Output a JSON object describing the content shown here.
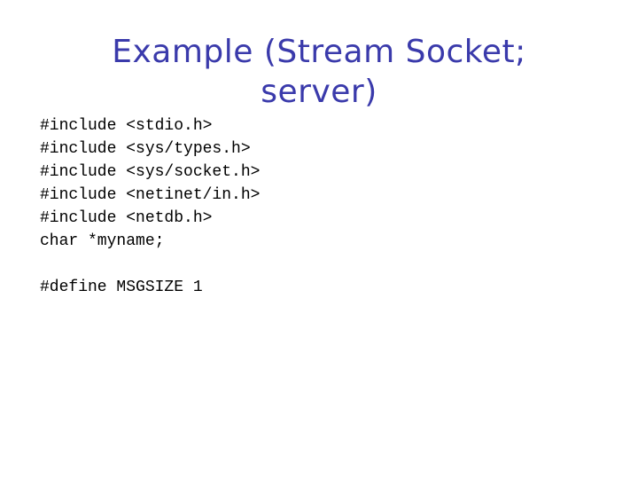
{
  "slide": {
    "title": {
      "line1": "Example (Stream Socket;",
      "line2": "server)",
      "color": "#3a3aab"
    },
    "code": {
      "text_color": "#000000",
      "lines": [
        "#include <stdio.h>",
        "#include <sys/types.h>",
        "#include <sys/socket.h>",
        "#include <netinet/in.h>",
        "#include <netdb.h>",
        "char *myname;",
        "",
        "#define MSGSIZE 1"
      ]
    },
    "background_color": "#ffffff"
  }
}
